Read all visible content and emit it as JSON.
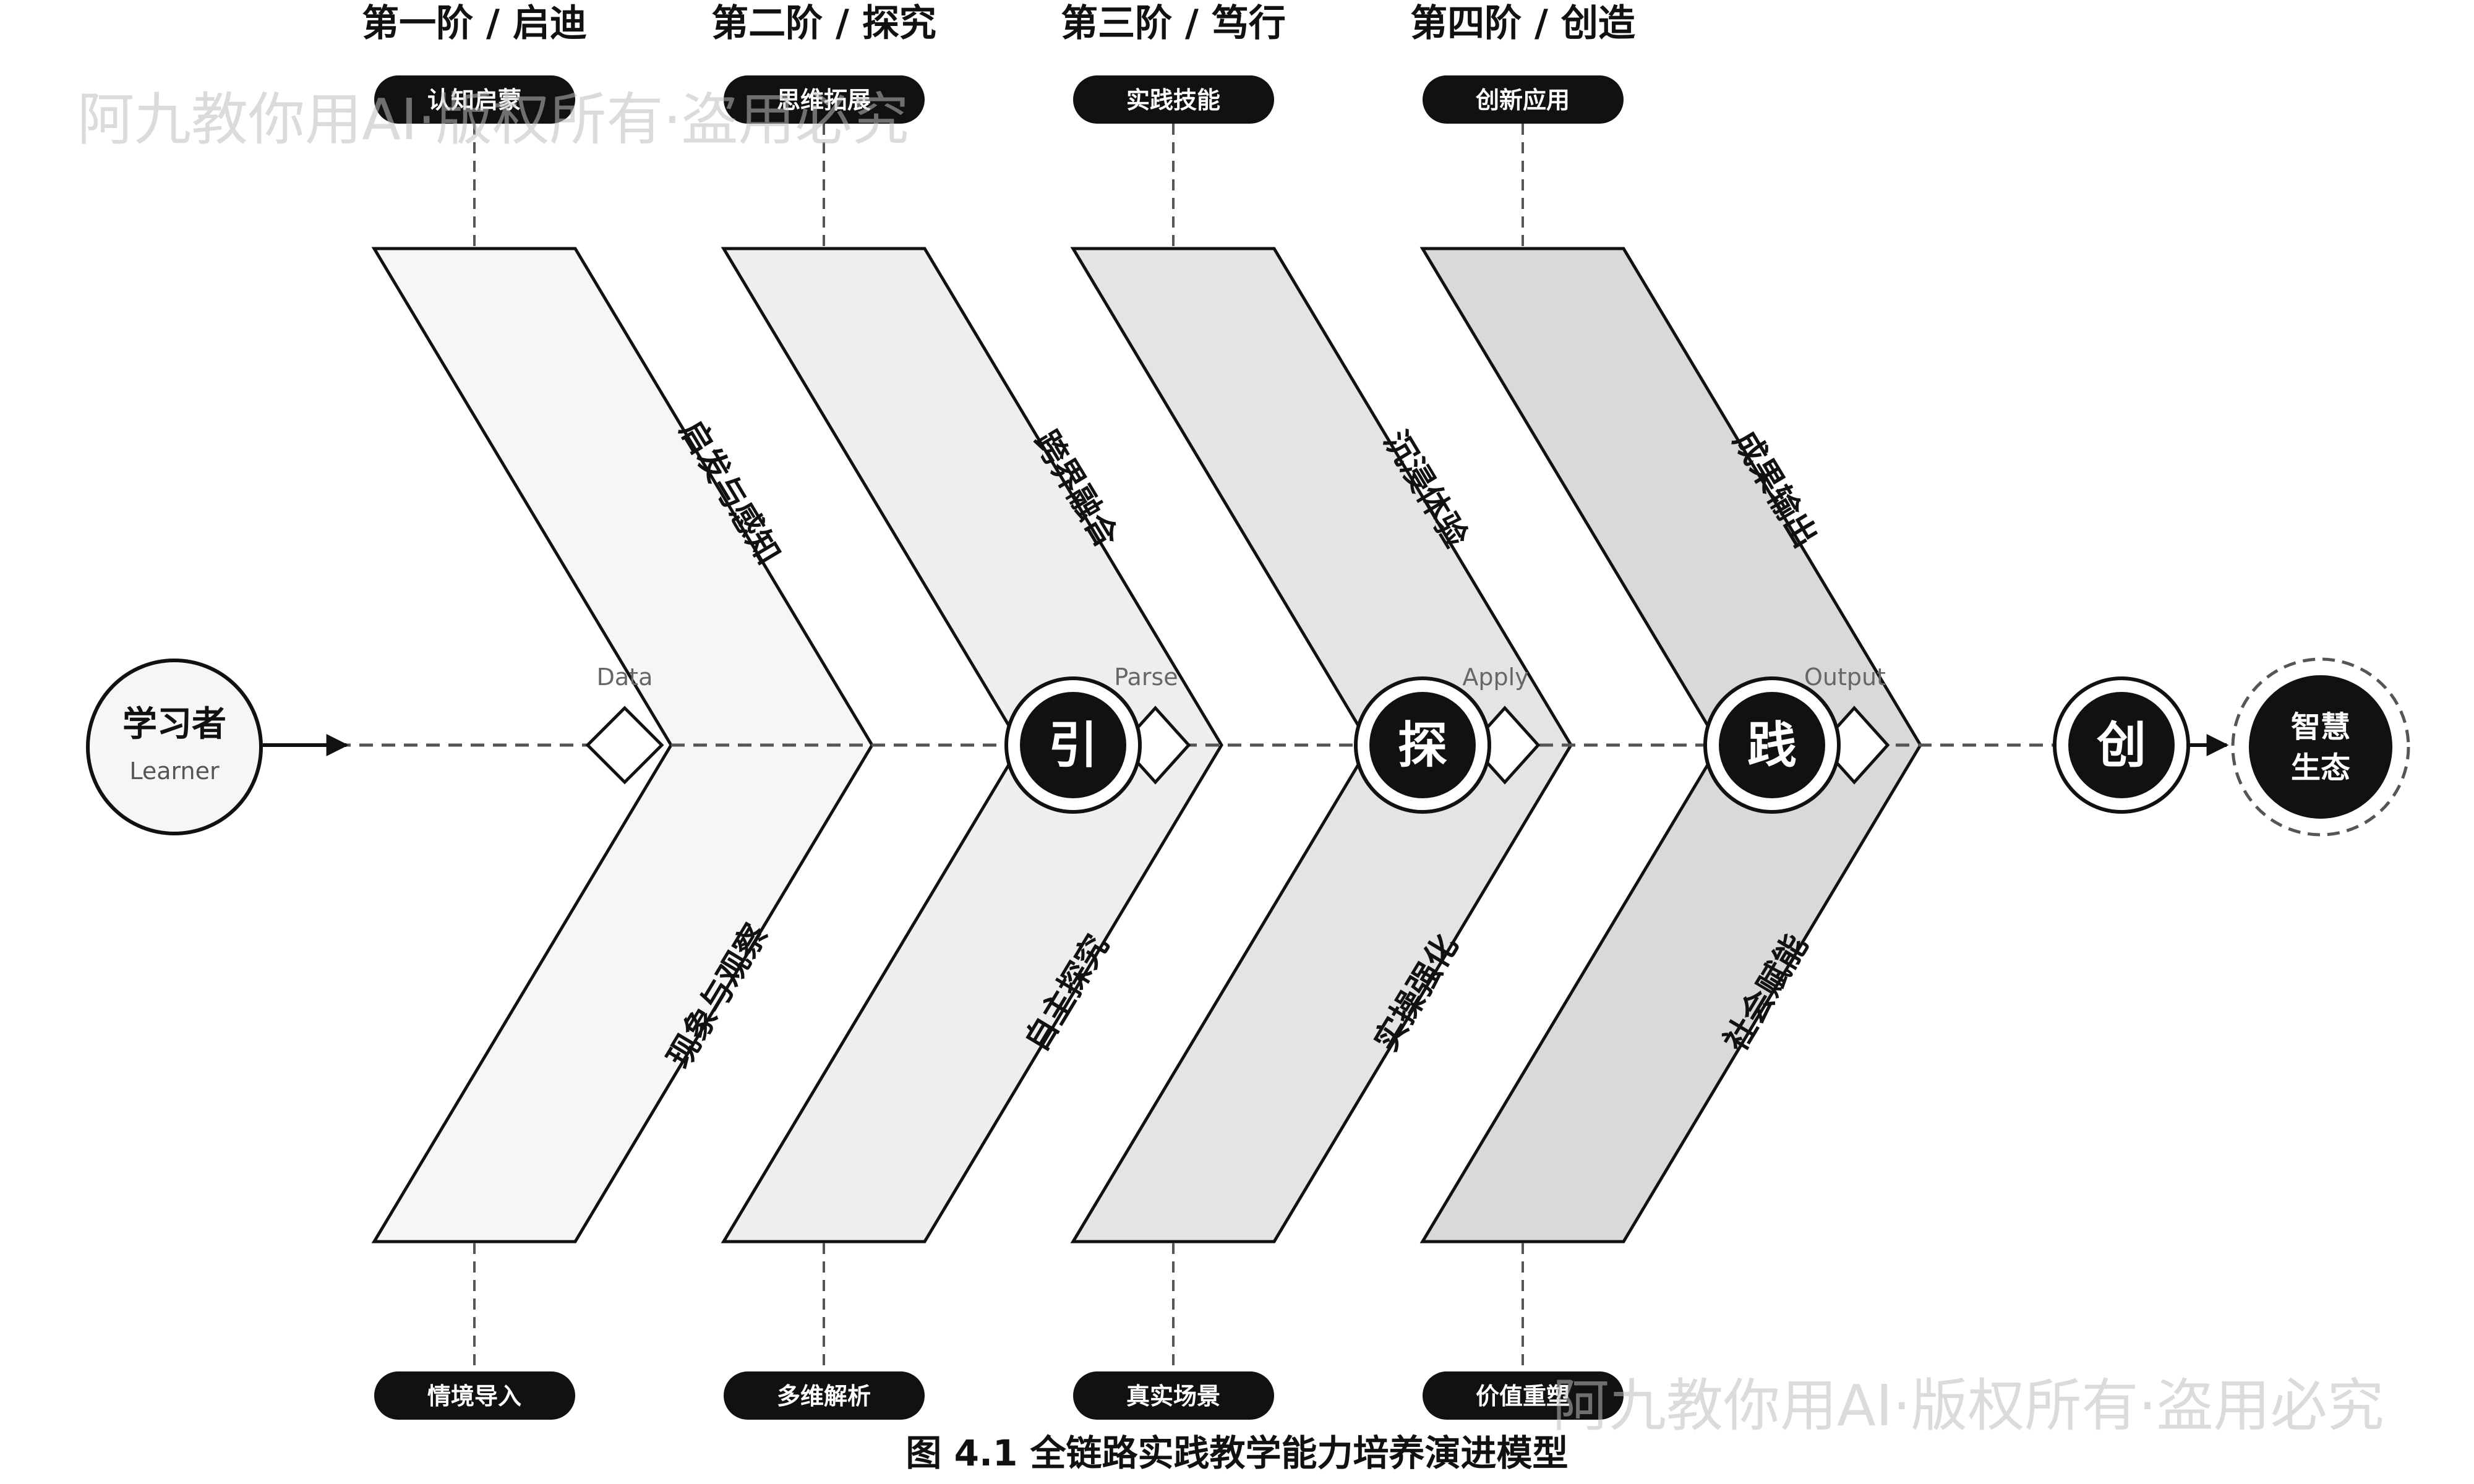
{
  "stages": [
    {
      "title": "第一阶 / 启迪",
      "top_pill": "认知启蒙",
      "upper_label": "启发与感知",
      "lower_label": "现象与观察",
      "bottom_pill": "情境导入",
      "io_label": "Data",
      "node_char": "引",
      "fill": "#f6f6f6"
    },
    {
      "title": "第二阶 / 探究",
      "top_pill": "思维拓展",
      "upper_label": "跨界融合",
      "lower_label": "自主探究",
      "bottom_pill": "多维解析",
      "io_label": "Parse",
      "node_char": "探",
      "fill": "#eeeeee"
    },
    {
      "title": "第三阶 / 笃行",
      "top_pill": "实践技能",
      "upper_label": "沉浸体验",
      "lower_label": "实操强化",
      "bottom_pill": "真实场景",
      "io_label": "Apply",
      "node_char": "践",
      "fill": "#e4e4e4"
    },
    {
      "title": "第四阶 / 创造",
      "top_pill": "创新应用",
      "upper_label": "成果输出",
      "lower_label": "社会赋能",
      "bottom_pill": "价值重塑",
      "io_label": "Output",
      "node_char": "创",
      "fill": "#d9d9d9"
    }
  ],
  "learner": {
    "label": "学习者",
    "sublabel": "Learner"
  },
  "endpoint": {
    "line1": "智慧",
    "line2": "生态"
  },
  "caption": "图 4.1 全链路实践教学能力培养演进模型",
  "watermark": "阿九教你用AI·版权所有·盗用必究",
  "colors": {
    "ink": "#111111",
    "line": "#555555"
  }
}
